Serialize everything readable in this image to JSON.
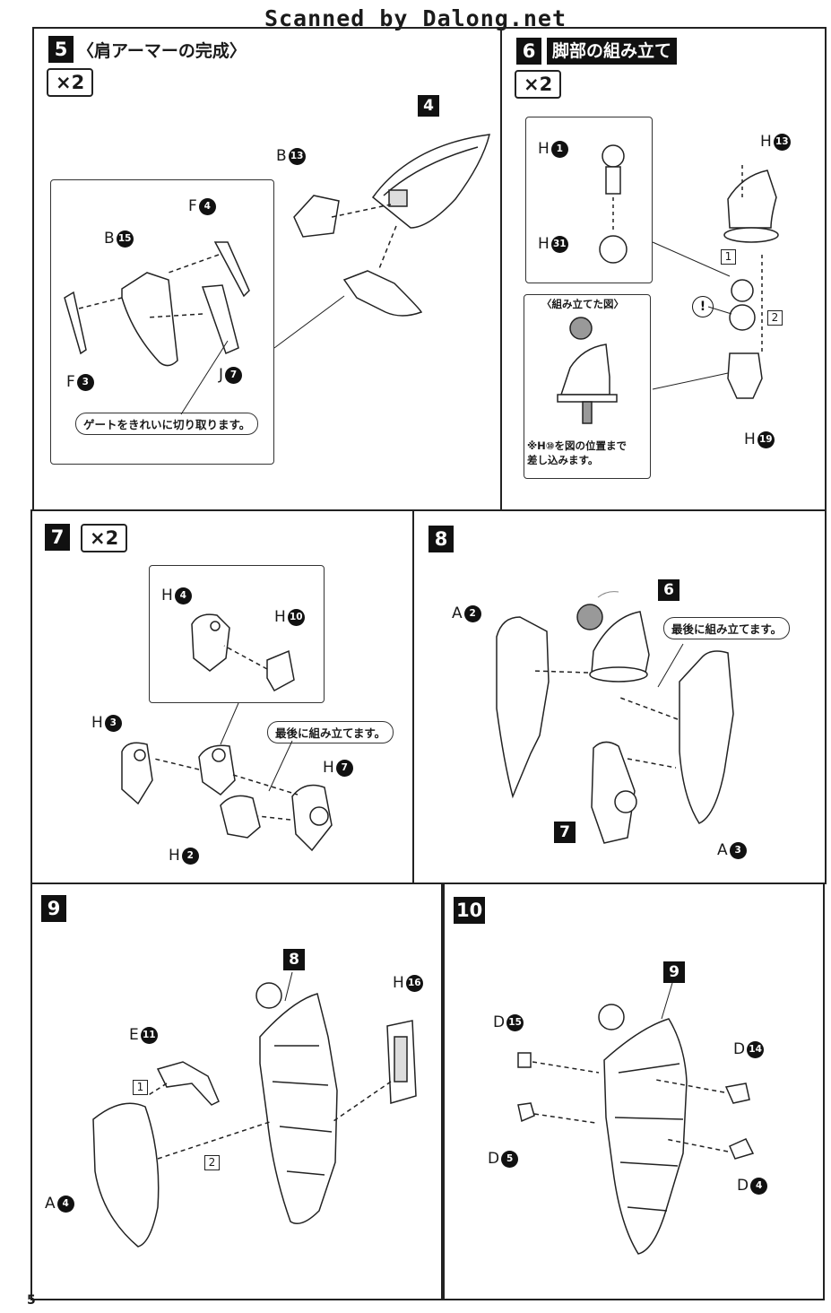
{
  "header": "Scanned by Dalong.net",
  "page_number": "5",
  "step5": {
    "number": "5",
    "title": "〈肩アーマーの完成〉",
    "qty": "×2",
    "ref": "4",
    "gate_note": "ゲートをきれいに切り取ります。",
    "labels": {
      "b13": "B",
      "b13n": "13",
      "f4": "F",
      "f4n": "4",
      "b15": "B",
      "b15n": "15",
      "f3": "F",
      "f3n": "3",
      "j7": "J",
      "j7n": "7"
    }
  },
  "step6": {
    "number": "6",
    "title": "脚部の組み立て",
    "qty": "×2",
    "assembled_title": "〈組み立てた図〉",
    "footnote_line1": "※H⑩を図の位置まで",
    "footnote_line2": "差し込みます。",
    "seq1": "1",
    "seq2": "2",
    "warn": "!",
    "labels": {
      "h1": "H",
      "h1n": "1",
      "h31": "H",
      "h31n": "31",
      "h13": "H",
      "h13n": "13",
      "h19": "H",
      "h19n": "19"
    }
  },
  "step7": {
    "number": "7",
    "qty": "×2",
    "last_note": "最後に組み立てます。",
    "labels": {
      "h4": "H",
      "h4n": "4",
      "h10": "H",
      "h10n": "10",
      "h3": "H",
      "h3n": "3",
      "h7": "H",
      "h7n": "7",
      "h2": "H",
      "h2n": "2"
    }
  },
  "step8": {
    "number": "8",
    "ref6": "6",
    "ref7": "7",
    "last_note": "最後に組み立てます。",
    "labels": {
      "a2": "A",
      "a2n": "2",
      "a3": "A",
      "a3n": "3"
    }
  },
  "step9": {
    "number": "9",
    "ref8": "8",
    "seq1": "1",
    "seq2": "2",
    "labels": {
      "e11": "E",
      "e11n": "11",
      "h16": "H",
      "h16n": "16",
      "a4": "A",
      "a4n": "4"
    }
  },
  "step10": {
    "number": "10",
    "ref9": "9",
    "labels": {
      "d15": "D",
      "d15n": "15",
      "d5": "D",
      "d5n": "5",
      "d14": "D",
      "d14n": "14",
      "d4": "D",
      "d4n": "4"
    }
  }
}
